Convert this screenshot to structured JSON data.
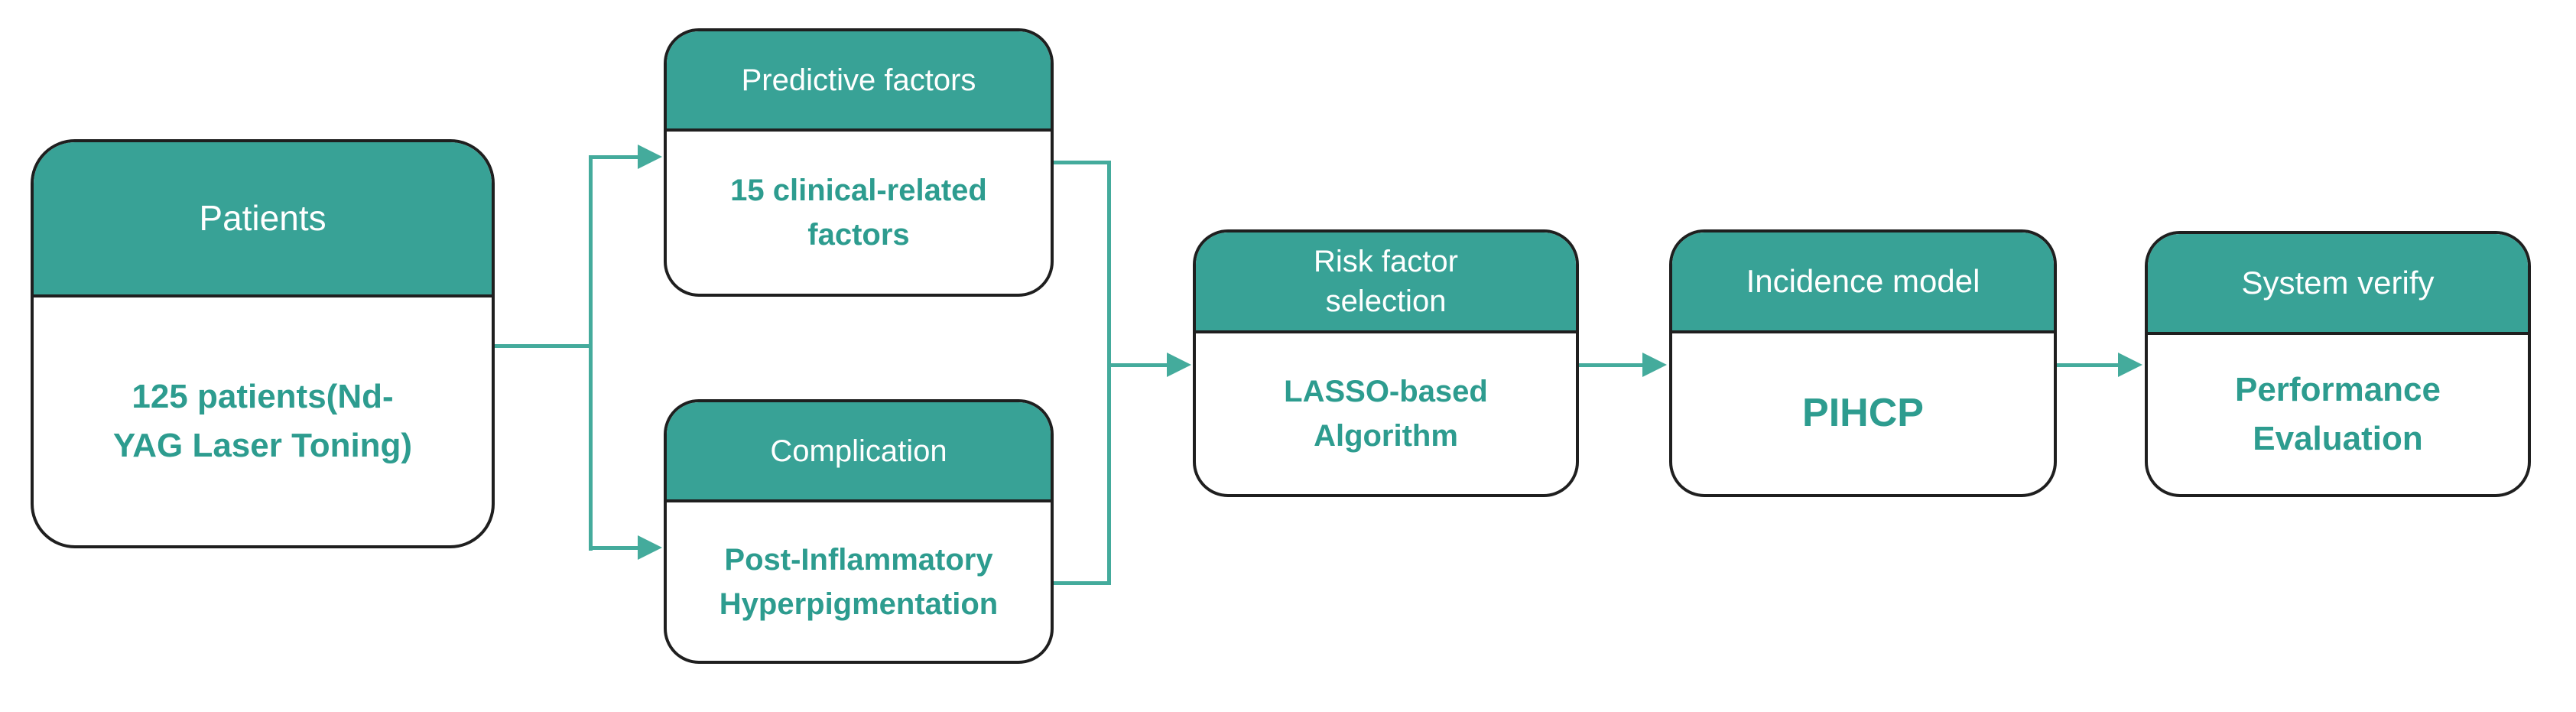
{
  "diagram": {
    "type": "flowchart",
    "colors": {
      "header_fill": "#38a296",
      "header_text": "#ffffff",
      "body_text": "#2d9c8f",
      "connector": "#44ab9c",
      "border": "#1f1f1f",
      "background": "#ffffff"
    },
    "boxes": [
      {
        "id": "patients",
        "header_lines": [
          "Patients"
        ],
        "body_lines": [
          "125 patients(Nd-",
          "YAG Laser Toning)"
        ]
      },
      {
        "id": "predictive-factors",
        "header_lines": [
          "Predictive factors"
        ],
        "body_lines": [
          "15 clinical-related",
          "factors"
        ]
      },
      {
        "id": "complication",
        "header_lines": [
          "Complication"
        ],
        "body_lines": [
          "Post-Inflammatory",
          "Hyperpigmentation"
        ]
      },
      {
        "id": "risk-factor-selection",
        "header_lines": [
          "Risk factor",
          "selection"
        ],
        "body_lines": [
          "LASSO-based",
          "Algorithm"
        ]
      },
      {
        "id": "incidence-model",
        "header_lines": [
          "Incidence model"
        ],
        "body_lines": [
          "PIHCP"
        ]
      },
      {
        "id": "system-verify",
        "header_lines": [
          "System verify"
        ],
        "body_lines": [
          "Performance",
          "Evaluation"
        ]
      }
    ],
    "edges": [
      {
        "from": "patients",
        "to": "predictive-factors"
      },
      {
        "from": "patients",
        "to": "complication"
      },
      {
        "from": "predictive-factors",
        "to": "risk-factor-selection"
      },
      {
        "from": "complication",
        "to": "risk-factor-selection"
      },
      {
        "from": "risk-factor-selection",
        "to": "incidence-model"
      },
      {
        "from": "incidence-model",
        "to": "system-verify"
      }
    ]
  }
}
